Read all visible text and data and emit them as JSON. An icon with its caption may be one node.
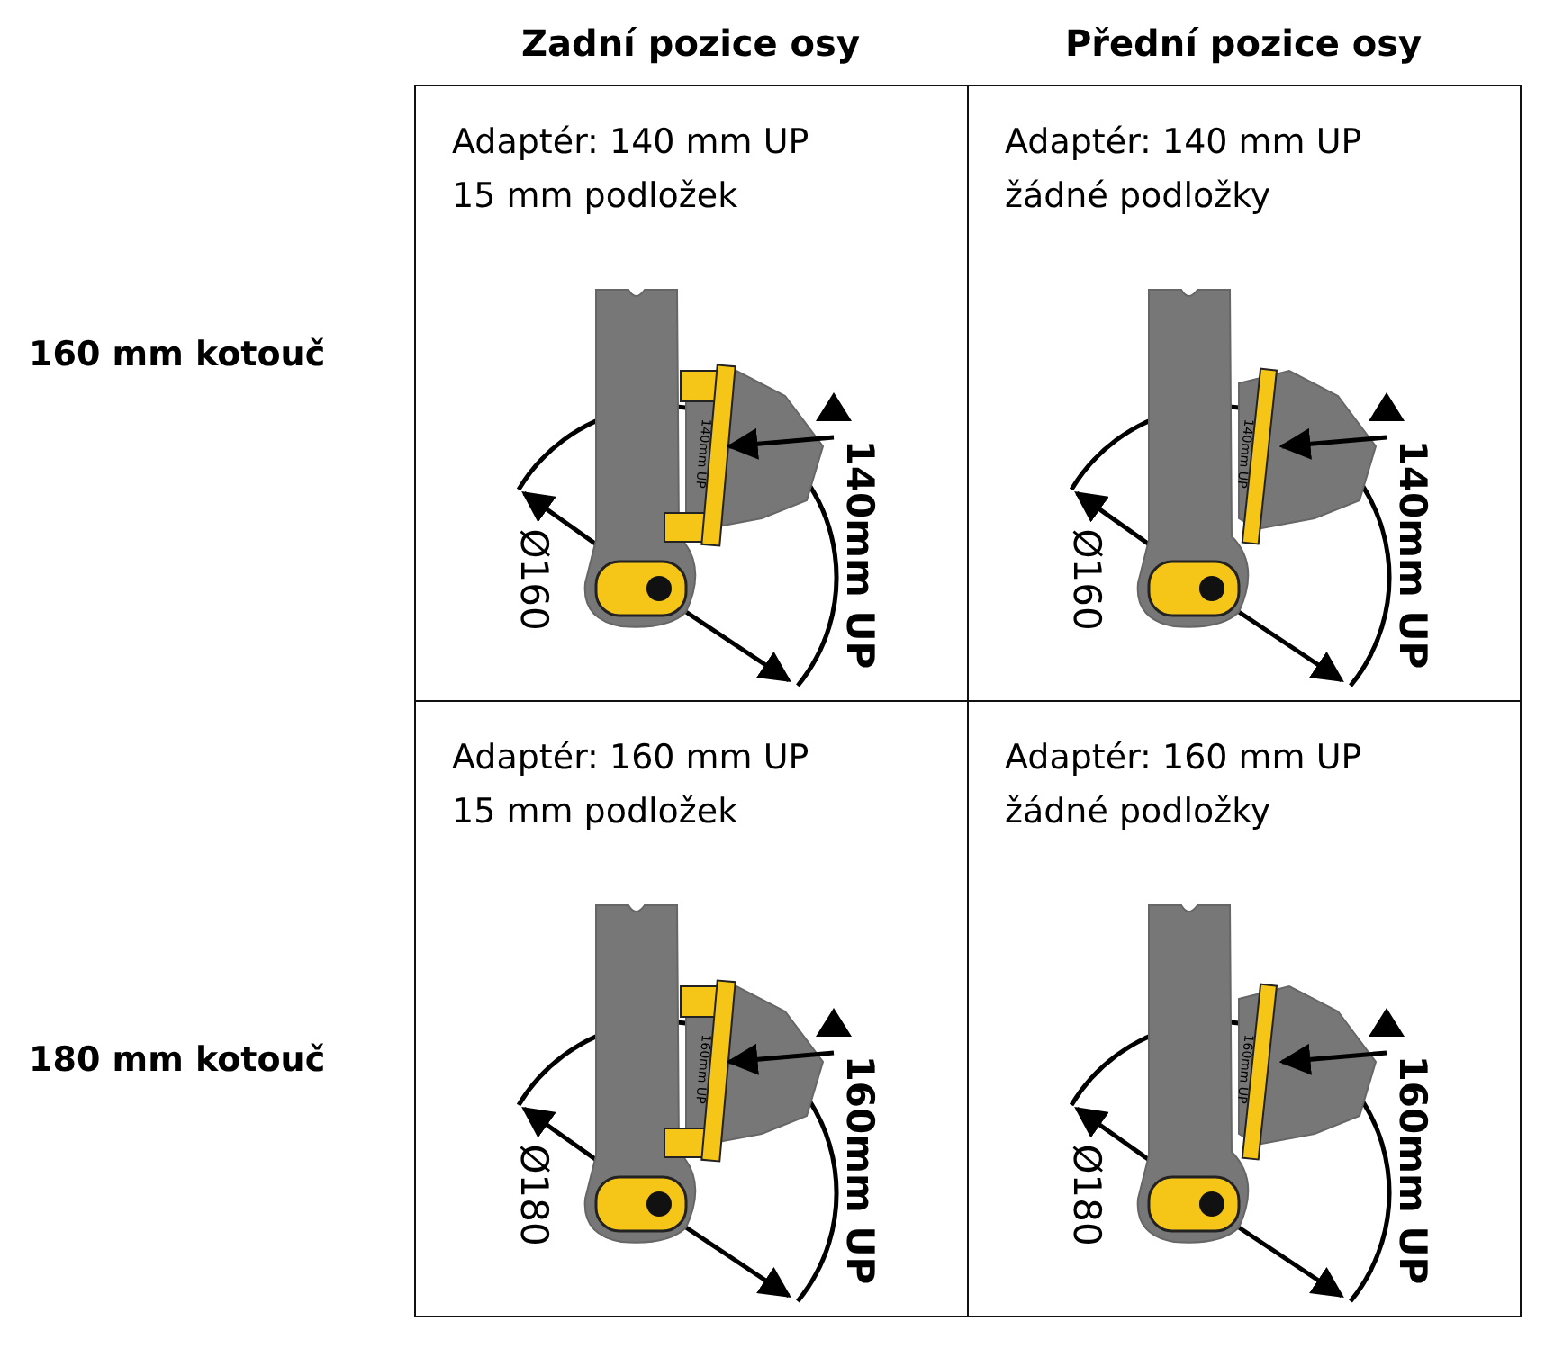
{
  "diagram": {
    "labels": [
      "Zadní pozice osy",
      "Přední pozice osy",
      "160 mm kotouč",
      "Adaptér: 140 mm UP",
      "15 mm podložek",
      "140mm UP",
      "140mm UP",
      "Ø160",
      "Adaptér: 140 mm UP",
      "žádné podložky",
      "140mm UP",
      "140mm UP",
      "Ø160",
      "180 mm kotouč",
      "Adaptér: 160 mm UP",
      "15 mm podložek",
      "160mm UP",
      "160mm UP",
      "Ø180",
      "Adaptér: 160 mm UP",
      "žádné podložky",
      "160mm UP",
      "160mm UP",
      "Ø180"
    ]
  }
}
